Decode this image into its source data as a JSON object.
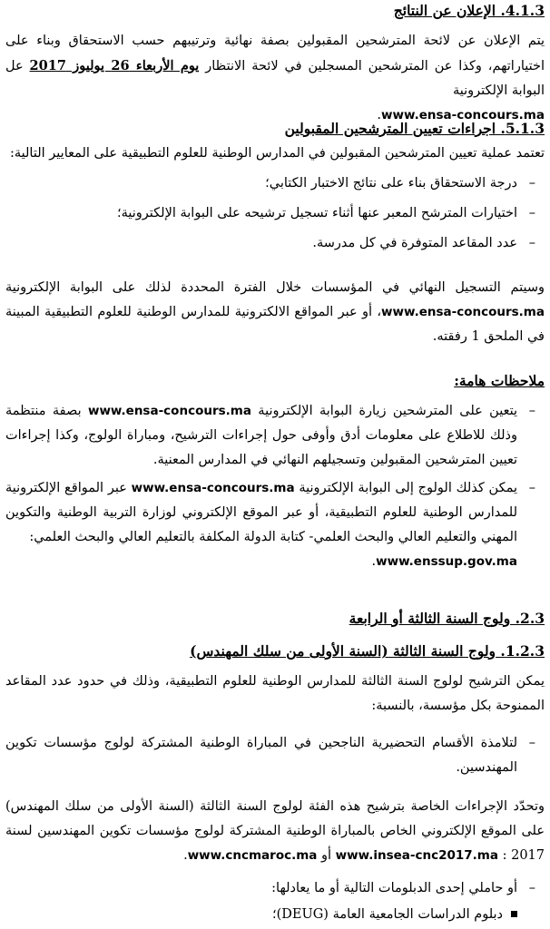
{
  "s413": {
    "heading": "4.1.3. الإعلان عن النتائج",
    "para_a": "يتم الإعلان عن لائحة المترشحين المقبولين بصفة نهائية وترتيبهم حسب الاستحقاق وبناء على اختياراتهم، وكذا عن المترشحين المسجلين في لائحة الانتظار ",
    "para_date": "يوم الأربعاء 26 يوليوز 2017",
    "para_b": " عل البوابة الإلكترونية",
    "url": "www.ensa-concours.ma",
    "url_tail": "."
  },
  "s513": {
    "heading": "5.1.3. اجراءات تعيين المترشحين المقبولين",
    "intro": "تعتمد عملية تعيين المترشحين المقبولين في المدارس الوطنية للعلوم التطبيقية على المعايير التالية:",
    "criteria": [
      "درجة الاستحقاق بناء على نتائج الاختبار الكتابي؛",
      "اختيارات المترشح المعبر عنها أثناء تسجيل ترشيحه على البوابة الإلكترونية؛",
      "عدد المقاعد المتوفرة في كل مدرسة."
    ],
    "final_a": "وسيتم التسجيل النهائي في المؤسسات خلال الفترة المحددة لذلك على البوابة الإلكترونية ",
    "final_url": "www.ensa-concours.ma",
    "final_b": "، أو عبر المواقع الالكترونية للمدارس الوطنية للعلوم التطبيقية المبينة في الملحق 1 رفقته."
  },
  "notes": {
    "heading": "ملاحظات هامة:",
    "note1_a": "يتعين على المترشحين زيارة البوابة الإلكترونية ",
    "note1_url": "www.ensa-concours.ma",
    "note1_b": " بصفة منتظمة وذلك للاطلاع على معلومات أدق وأوفى حول إجراءات الترشيح، ومباراة الولوج، وكذا إجراءات تعيين المترشحين المقبولين وتسجيلهم النهائي في المدارس المعنية.",
    "note2_a": "يمكن كذلك الولوج إلى البوابة الإلكترونية ",
    "note2_url": "www.ensa-concours.ma",
    "note2_b": " عبر المواقع الإلكترونية للمدارس الوطنية للعلوم التطبيقية، أو عبر الموقع الإلكتروني لوزارة التربية الوطنية والتكوين المهني والتعليم العالي والبحث العلمي- كتابة الدولة المكلفة بالتعليم العالي والبحث العلمي:",
    "note2_url2": "www.enssup.gov.ma",
    "note2_tail": "."
  },
  "s23": {
    "heading": "2.3. ولوج السنة الثالثة أو الرابعة"
  },
  "s123": {
    "heading": "1.2.3. ولوج السنة الثالثة (السنة الأولى من سلك المهندس)",
    "intro": "يمكن الترشيح لولوج السنة الثالثة للمدارس الوطنية للعلوم التطبيقية، وذلك في حدود عدد المقاعد الممنوحة بكل مؤسسة، بالنسبة:",
    "item1": "لتلامذة الأقسام التحضيرية الناجحين في المباراة الوطنية المشتركة لولوج مؤسسات تكوين المهندسين.",
    "proc_a": "وتحدّد الإجراءات الخاصة بترشيح هذه الفئة لولوج السنة الثالثة (السنة الأولى من سلك المهندس) على الموقع الإلكتروني الخاص بالمباراة الوطنية المشتركة لولوج مؤسسات تكوين المهندسين لسنة 2017 : ",
    "proc_url1": "www.insea-cnc2017.ma",
    "proc_or": " أو ",
    "proc_url2": "www.cncmaroc.ma",
    "proc_tail": ".",
    "item2": "أو حاملي إحدى الدبلومات التالية أو ما يعادلها:",
    "sub1": "دبلوم الدراسات الجامعية العامة (DEUG)؛"
  }
}
